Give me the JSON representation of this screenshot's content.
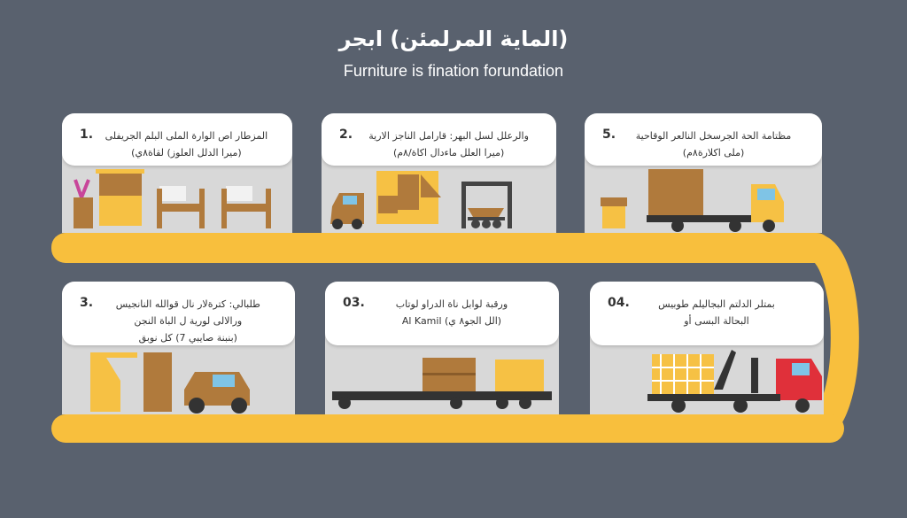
{
  "header": {
    "title": "(الماية المرلمئن) ابجر",
    "subtitle": "Furniture is fination forundation"
  },
  "colors": {
    "background": "#59616e",
    "road": "#f8bf3d",
    "card": "#d8d8d8",
    "furniture_yellow": "#f6c144",
    "furniture_brown": "#b07a3c",
    "truck_red": "#e0303a"
  },
  "steps": [
    {
      "number": "1.",
      "lines": [
        "المزطار اص الوارة الملى البلم الجريفلى",
        "(ميرا الدلل العلوز) لقاة٨ي)"
      ],
      "scene": "furniture-set"
    },
    {
      "number": "2.",
      "lines": [
        "والرعلل لسل البهر: قارامل الناجز الارية",
        "(ميرا العلل ماءدال اكاة/٨م)"
      ],
      "scene": "van-and-loading"
    },
    {
      "number": "5.",
      "lines": [
        "مظتامة الحة الجرسخل النالعر الوقاحية",
        "(ملى اكلارة٨م)"
      ],
      "scene": "box-truck"
    },
    {
      "number": "3.",
      "lines": [
        "طلبالي: كترةلار نال قوالله النانجيس",
        "ورالالى لورية ل الباة النجن",
        "(بنبنة صايبي 7) كل نوبق"
      ],
      "scene": "crane-and-car"
    },
    {
      "number": "03.",
      "lines": [
        "ورقبة لوابل ناة الدراو لوتاب",
        "(الل الجو٨ ي) Al Kamil"
      ],
      "scene": "flatbed-truck"
    },
    {
      "number": "04.",
      "lines": [
        "بمتلر الدلتم البجاليلم طوبيس",
        "البحالة البسى أو"
      ],
      "scene": "tow-truck"
    }
  ]
}
